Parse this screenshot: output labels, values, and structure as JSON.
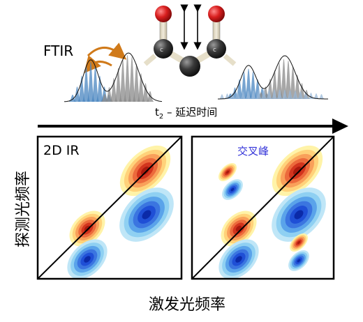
{
  "top": {
    "ftir_label": "FTIR",
    "time_axis_label_main": "t",
    "time_axis_label_sub": "2",
    "time_axis_label_rest": " – 延迟时间"
  },
  "panels": {
    "left_title": "2D IR",
    "right_annotation": "交叉峰"
  },
  "axes": {
    "y_label": "探测光频率",
    "x_label": "激发光频率"
  },
  "molecule": {
    "oxygen_color": "#d81e1e",
    "carbon_color": "#3a3a3a",
    "hydrogen_color": "#e8e0cc"
  },
  "colors": {
    "positive_peak": "#d2351e",
    "negative_peak": "#1f4fd6",
    "ftir_blue": "#4a86c0",
    "ftir_gray": "#8a8a8a",
    "arrow_orange": "#d07a1a"
  }
}
